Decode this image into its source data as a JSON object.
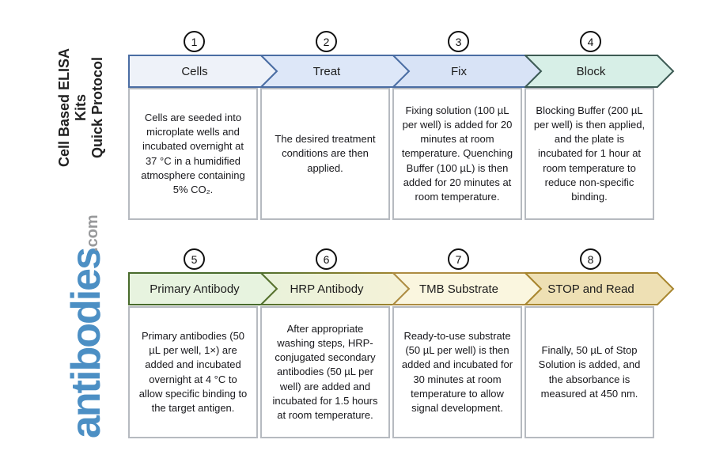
{
  "brand": {
    "title_line1": "Cell Based ELISA Kits",
    "title_line2": "Quick Protocol",
    "logo_text": "antibodies",
    "logo_suffix": ".com",
    "logo_color": "#4c8fc4",
    "logo_suffix_color": "#98999b"
  },
  "steps": [
    {
      "number": "1",
      "label": "Cells",
      "description": "Cells are seeded into microplate wells and incubated overnight at 37 °C in a humidified atmosphere containing 5% CO₂.",
      "fill": "#eef2f9",
      "stroke": "#4a6da3"
    },
    {
      "number": "2",
      "label": "Treat",
      "description": "The desired treatment conditions are then applied.",
      "fill": "#dde7f8",
      "stroke": "#4a6da3"
    },
    {
      "number": "3",
      "label": "Fix",
      "description": "Fixing solution (100 µL per well) is added for 20 minutes at room temperature. Quenching Buffer (100 µL) is then added for 20 minutes at room temperature.",
      "fill": "#d8e3f6",
      "stroke": "#4a6da3"
    },
    {
      "number": "4",
      "label": "Block",
      "description": "Blocking Buffer (200 µL per well) is then applied, and the plate is incubated for 1 hour at room temperature to reduce non-specific binding.",
      "fill": "#d7efe7",
      "stroke": "#3d5b54"
    },
    {
      "number": "5",
      "label": "Primary Antibody",
      "description": "Primary antibodies (50 µL per well, 1×) are added and incubated overnight at 4 °C to allow specific binding to the target antigen.",
      "fill": "#e7f3df",
      "stroke": "#486b2c"
    },
    {
      "number": "6",
      "label": "HRP Antibody",
      "description": "After appropriate washing steps, HRP-conjugated secondary antibodies (50 µL per well) are added and incubated for 1.5 hours at room temperature.",
      "fill": "#e9f2da",
      "fill2": "#f5f2d8",
      "stroke": "#51702e",
      "stroke2": "#a8872f"
    },
    {
      "number": "7",
      "label": "TMB Substrate",
      "description": "Ready-to-use substrate (50 µL per well) is then added and incubated for 30 minutes at room temperature to allow signal development.",
      "fill": "#faf6df",
      "stroke": "#ad8c42"
    },
    {
      "number": "8",
      "label": "STOP and Read",
      "description": "Finally, 50 µL of Stop Solution is added, and the absorbance is measured at 450 nm.",
      "fill": "#eee0b4",
      "stroke": "#a8862f"
    }
  ]
}
